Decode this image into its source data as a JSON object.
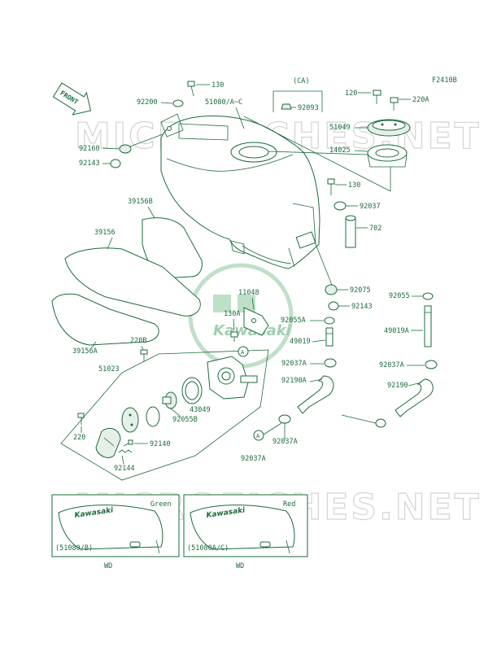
{
  "figure_code": "F2410B",
  "front_label": "FRONT",
  "watermark": {
    "top": "MICROFICHES.NET",
    "bottom": "MICROFICHES.NET",
    "logo": "Kawasaki"
  },
  "ca_label": "(CA)",
  "labels": {
    "p130_top": "130",
    "p92200": "92200",
    "p51080": "51080/A~C",
    "p92093": "92093",
    "p120": "120",
    "p220A": "220A",
    "p51049": "51049",
    "p14025": "14025",
    "p92160": "92160",
    "p92143_top": "92143",
    "p39156B": "39156B",
    "p39156": "39156",
    "p39156A": "39156A",
    "p130_mid": "130",
    "p92037_top": "92037",
    "p702": "702",
    "p92075": "92075",
    "p92143_mid": "92143",
    "p11048": "11048",
    "p130A": "130A",
    "p92055A": "92055A",
    "p49019": "49019",
    "p92037A_mid": "92037A",
    "p92190A": "92190A",
    "p92055": "92055",
    "p49019A": "49019A",
    "p92037A_right": "92037A",
    "p92190": "92190",
    "p220B": "220B",
    "p51023": "51023",
    "p43049": "43049",
    "p92055B": "92055B",
    "p220": "220",
    "p92140": "92140",
    "p92144": "92144",
    "p92037A_bot": "92037A",
    "p92037A_bot2": "92037A",
    "callout_A1": "A",
    "callout_A2": "A"
  },
  "variants": [
    {
      "color": "Green",
      "ref": "(51080/B)",
      "caption": "WD",
      "logo": "Kawasaki"
    },
    {
      "color": "Red",
      "ref": "(51080A/C)",
      "caption": "WD",
      "logo": "Kawasaki"
    }
  ]
}
